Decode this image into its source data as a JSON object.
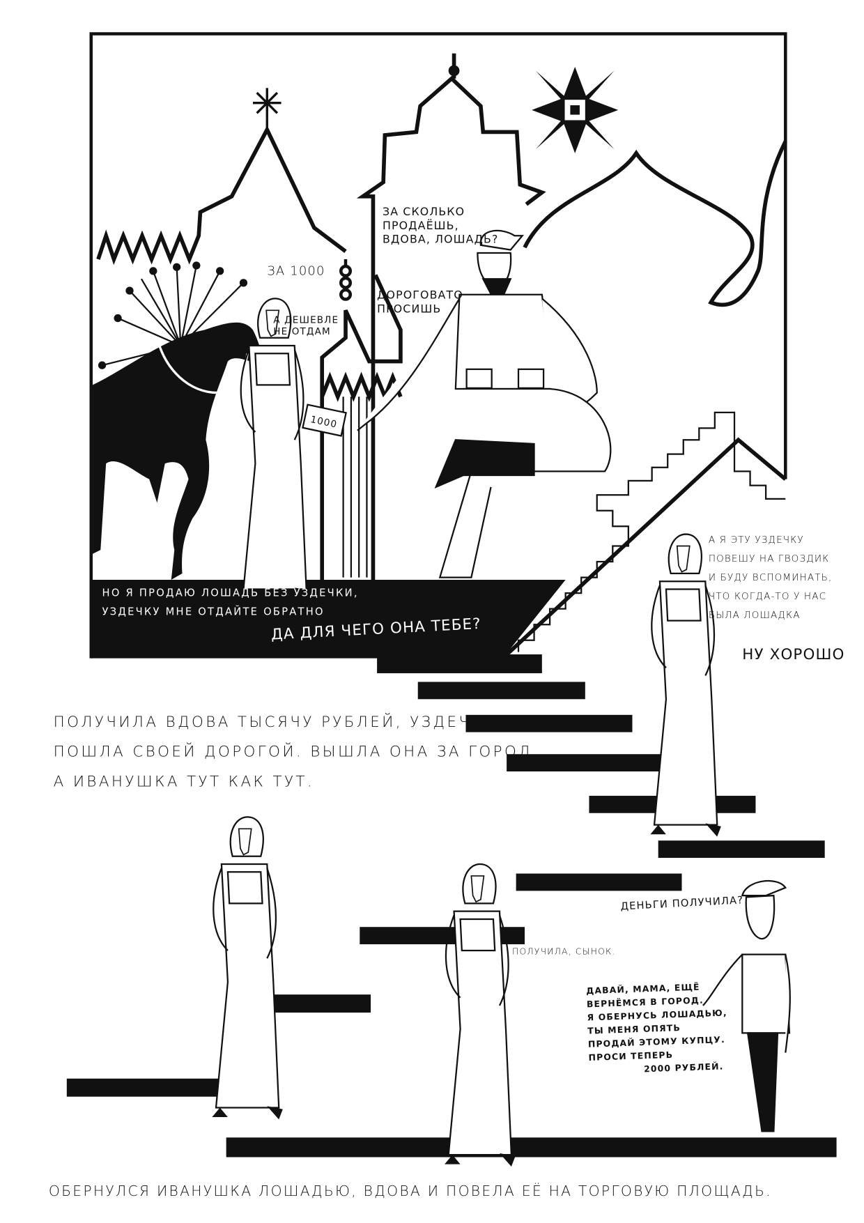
{
  "panel1": {
    "merchant_question": [
      "За сколько",
      "продаёшь,",
      "вдова, лошадь?"
    ],
    "widow_price": "За 1000",
    "merchant_reply": [
      "Дороговато",
      "просишь"
    ],
    "widow_refuse": [
      "А дешевле",
      "не отдам"
    ],
    "banknote": "1000",
    "widow_condition": [
      "Но я продаю лошадь без уздечки,",
      "уздечку мне отдайте обратно"
    ],
    "merchant_why": "Да для чего она тебе?"
  },
  "stairs_scene": {
    "widow_explain": [
      "А я эту уздечку",
      "повешу на гвоздик",
      "и буду вспоминать,",
      "что когда-то у нас",
      "была лошадка"
    ],
    "merchant_ok": "Ну хорошо"
  },
  "narration_1": [
    "Получила вдова тысячу рублей, уздечку и",
    "пошла своей дорогой. Вышла она за город,",
    "а Иванушка тут как тут."
  ],
  "bottom_scene": {
    "son_question": "Деньги получила?",
    "widow_answer": "Получила, сынок.",
    "son_plan": [
      "Давай, мама, ещё",
      "вернёмся в город.",
      "Я обернусь лошадью,",
      "ты меня опять",
      "продай этому купцу.",
      "Проси теперь",
      "2000 рублей."
    ]
  },
  "narration_2": "Обернулся Иванушка лошадью, вдова и повела её на торговую площадь."
}
